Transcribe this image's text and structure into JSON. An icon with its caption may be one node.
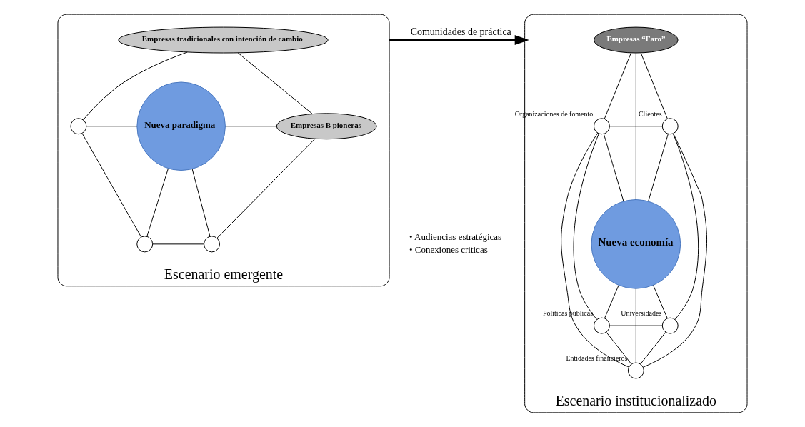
{
  "diagram": {
    "nodes": [
      {
        "text": [
          "Escenario emergente"
        ]
      },
      {
        "text": [
          "Empresas tradicionales con intención de cambio"
        ],
        "in": 0
      },
      {
        "text": [
          "Nueva paradigma"
        ],
        "in": 0
      },
      {
        "text": [
          "Empresas B pioneras"
        ],
        "in": 0
      },
      {
        "text": [],
        "shape": "circle",
        "in": 0
      },
      {
        "text": [],
        "shape": "circle",
        "in": 0
      },
      {
        "text": [],
        "shape": "circle",
        "in": 0
      },
      {
        "text": [
          "Escenario institucionalizado"
        ]
      },
      {
        "text": [
          "Empresas “Faro”"
        ],
        "in": 7
      },
      {
        "text": [
          "Nueva economía"
        ],
        "in": 7
      },
      {
        "text": [],
        "shape": "circle",
        "beside": [
          "Organizaciones de fomento"
        ],
        "in": 7
      },
      {
        "text": [],
        "shape": "circle",
        "beside": [
          "Clientes"
        ],
        "in": 7
      },
      {
        "text": [],
        "shape": "circle",
        "beside": [
          "Políticas públicas"
        ],
        "in": 7
      },
      {
        "text": [],
        "shape": "circle",
        "beside": [
          "Entidades financieros"
        ],
        "in": 7
      },
      {
        "text": [],
        "shape": "circle",
        "beside": [
          "Universidades"
        ],
        "in": 7
      }
    ],
    "edges": [
      {
        "from": 0,
        "to": 7,
        "arrow": "to",
        "style": "thick",
        "label": "Comunidades de práctica"
      },
      {
        "from": 1,
        "to": 4,
        "arrow": "none"
      },
      {
        "from": 1,
        "to": 3,
        "arrow": "none"
      },
      {
        "from": 4,
        "to": 2,
        "arrow": "none"
      },
      {
        "from": 4,
        "to": 5,
        "arrow": "none"
      },
      {
        "from": 5,
        "to": 2,
        "arrow": "none"
      },
      {
        "from": 5,
        "to": 6,
        "arrow": "none"
      },
      {
        "from": 2,
        "to": 6,
        "arrow": "none"
      },
      {
        "from": 2,
        "to": 3,
        "arrow": "none"
      },
      {
        "from": 6,
        "to": 3,
        "arrow": "none"
      },
      {
        "from": 8,
        "to": 10,
        "arrow": "none"
      },
      {
        "from": 8,
        "to": 9,
        "arrow": "none"
      },
      {
        "from": 8,
        "to": 11,
        "arrow": "none"
      },
      {
        "from": 10,
        "to": 11,
        "arrow": "none"
      },
      {
        "from": 10,
        "to": 9,
        "arrow": "none"
      },
      {
        "from": 11,
        "to": 9,
        "arrow": "none"
      },
      {
        "from": 10,
        "to": 12,
        "arrow": "none"
      },
      {
        "from": 10,
        "to": 13,
        "arrow": "none"
      },
      {
        "from": 11,
        "to": 13,
        "arrow": "none"
      },
      {
        "from": 11,
        "to": 14,
        "arrow": "none"
      },
      {
        "from": 9,
        "to": 12,
        "arrow": "none"
      },
      {
        "from": 9,
        "to": 13,
        "arrow": "none"
      },
      {
        "from": 9,
        "to": 14,
        "arrow": "none"
      },
      {
        "from": 12,
        "to": 14,
        "arrow": "none"
      },
      {
        "from": 12,
        "to": 13,
        "arrow": "none"
      },
      {
        "from": 13,
        "to": 14,
        "arrow": "none"
      }
    ],
    "labels": [
      "• Audiencias estratégicas",
      "• Conexiones criticas"
    ]
  }
}
